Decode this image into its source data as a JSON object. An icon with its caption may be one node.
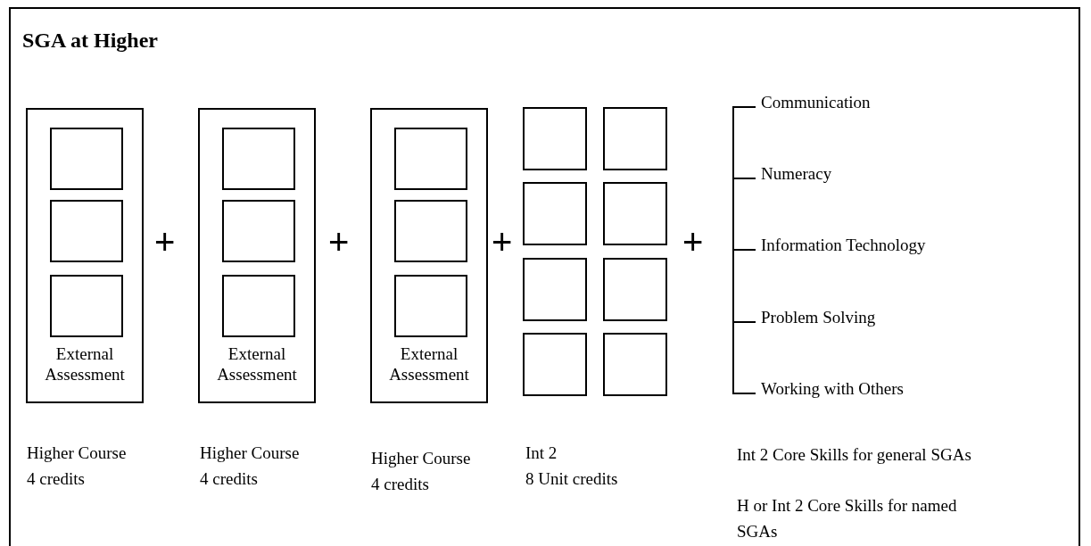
{
  "diagram": {
    "title": "SGA at Higher",
    "nodes": [
      {
        "text": [
          "External Assessment"
        ]
      },
      {
        "text": [],
        "shape": "box",
        "in": 0
      },
      {
        "text": [],
        "shape": "box",
        "in": 0
      },
      {
        "text": [],
        "shape": "box",
        "in": 0
      },
      {
        "text": [
          "External Assessment"
        ]
      },
      {
        "text": [],
        "shape": "box",
        "in": 4
      },
      {
        "text": [],
        "shape": "box",
        "in": 4
      },
      {
        "text": [],
        "shape": "box",
        "in": 4
      },
      {
        "text": [
          "External Assessment"
        ]
      },
      {
        "text": [],
        "shape": "box",
        "in": 8
      },
      {
        "text": [],
        "shape": "box",
        "in": 8
      },
      {
        "text": [],
        "shape": "box",
        "in": 8
      },
      {
        "text": [],
        "shape": "box"
      },
      {
        "text": [],
        "shape": "box"
      },
      {
        "text": [],
        "shape": "box"
      },
      {
        "text": [],
        "shape": "box"
      },
      {
        "text": [],
        "shape": "box"
      },
      {
        "text": [],
        "shape": "box"
      },
      {
        "text": [],
        "shape": "box"
      },
      {
        "text": [],
        "shape": "box"
      }
    ],
    "labels": [
      "Communication",
      "Numeracy",
      "Information Technology",
      "Problem Solving",
      "Working with Others",
      "+",
      "+",
      "+",
      "+",
      "Higher Course",
      "4 credits",
      "Higher Course",
      "4 credits",
      "Higher Course",
      "4 credits",
      "Int 2",
      "8 Unit credits",
      "Int 2 Core Skills for general SGAs",
      "H or Int 2 Core Skills for named SGAs"
    ]
  }
}
